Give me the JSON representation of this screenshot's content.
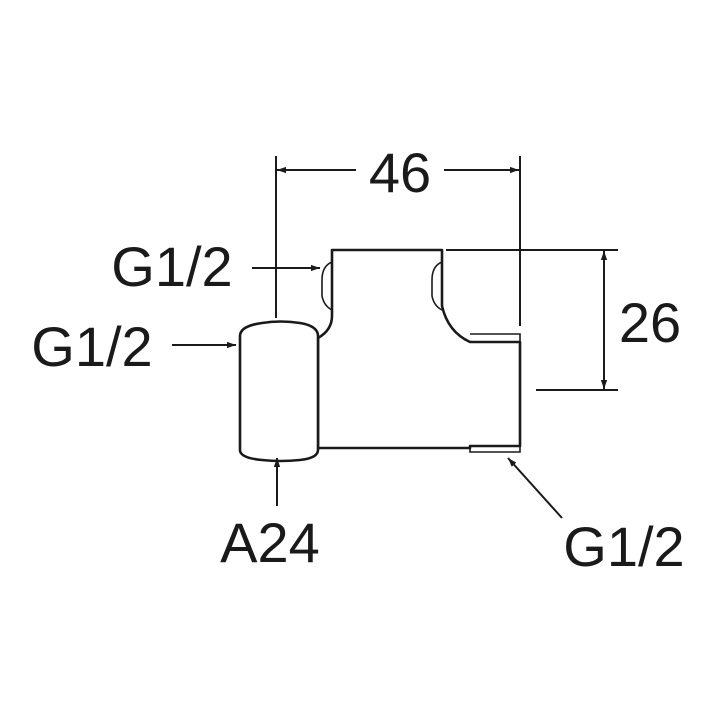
{
  "dimensions": {
    "width_label": "46",
    "height_label": "26"
  },
  "callouts": {
    "top_thread": "G1/2",
    "left_thread": "G1/2",
    "right_thread": "G1/2",
    "hex_size": "A24"
  },
  "colors": {
    "line": "#1a1a1a",
    "background": "#ffffff"
  }
}
